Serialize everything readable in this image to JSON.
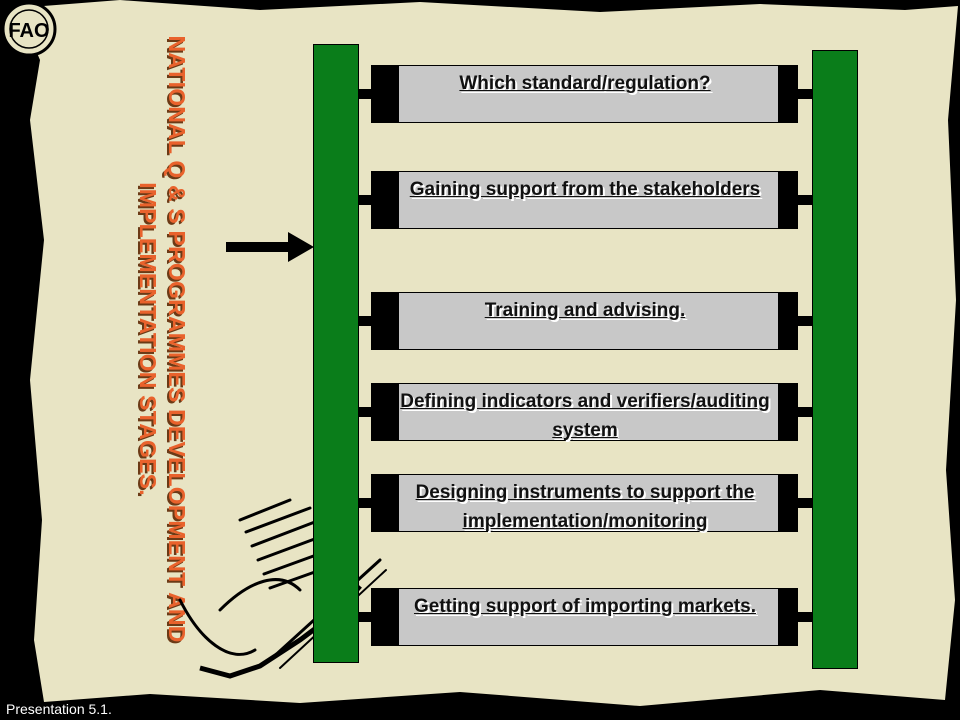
{
  "slide": {
    "title": "NATIONAL Q & S PROGRAMMES DEVELOPMENT AND IMPLEMENTATION STAGES.",
    "footer": "Presentation 5.1.",
    "title_color": "#e9622c",
    "rail_color": "#0a7d1a",
    "stage_fill": "#c8c8c8",
    "paper_color": "#e8e4c4"
  },
  "stages": [
    {
      "label": "Which standard/regulation?"
    },
    {
      "label": "Gaining support from the stakeholders"
    },
    {
      "label": "Training and advising."
    },
    {
      "label": "Defining indicators and verifiers/auditing system"
    },
    {
      "label": "Designing instruments to support the implementation/monitoring"
    },
    {
      "label": "Getting support of importing markets."
    }
  ],
  "icons": {
    "logo": "fao-logo-icon",
    "pointer": "arrow-right-icon",
    "sketch": "pen-writing-sketch-icon"
  }
}
